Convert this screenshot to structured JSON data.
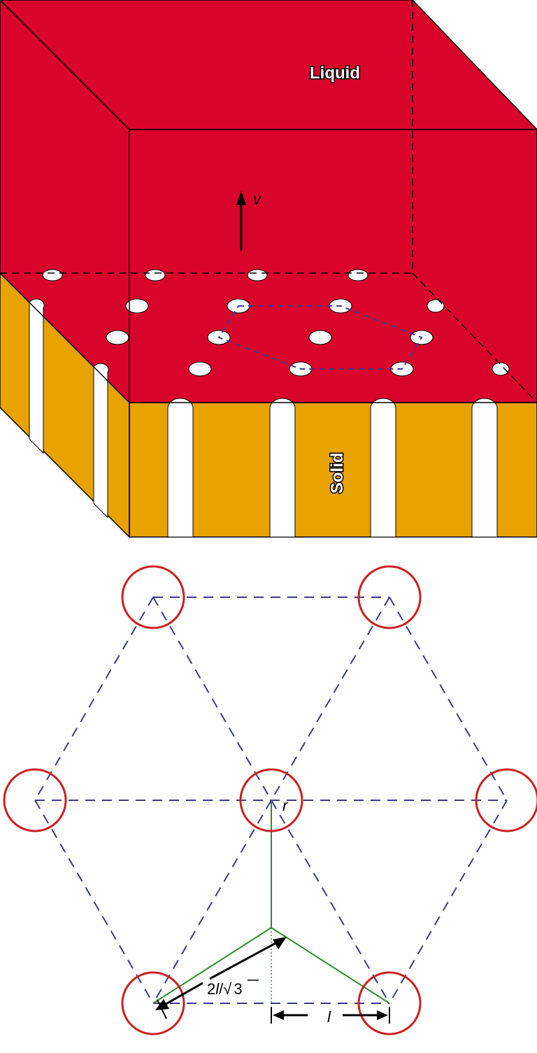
{
  "labels": {
    "liquid": "Liquid",
    "solid": "Solid",
    "velocity": "v",
    "radius": "r",
    "spacing": "l",
    "diag_prefix": "2",
    "diag_l": "l",
    "diag_slash": "/",
    "diag_root": "√",
    "diag_three": "3"
  },
  "colors": {
    "liquid": "#d9042b",
    "solid": "#e8a300",
    "rod_hole": "#ffffff",
    "lattice_line": "#3a3a8c",
    "rod_circle": "#cc1f1f",
    "geometry_line": "#2e8b2e"
  }
}
